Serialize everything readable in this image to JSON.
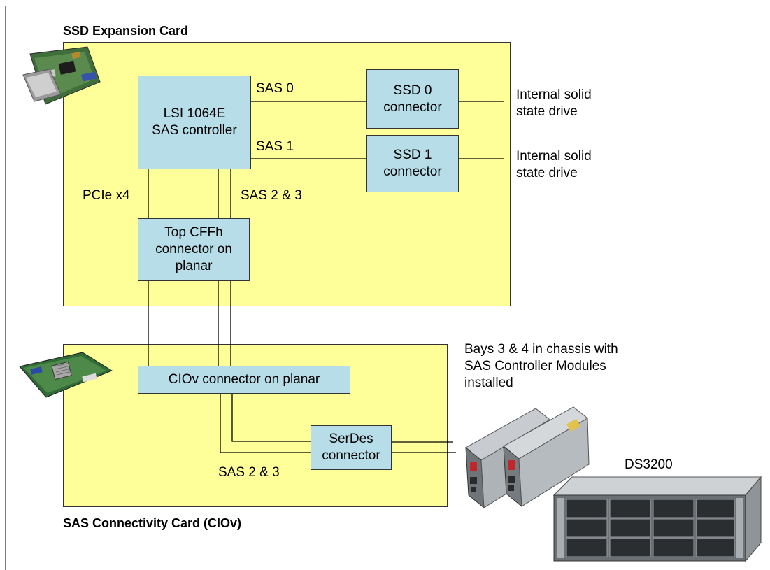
{
  "expansion_card": {
    "title": "SSD Expansion Card",
    "controller": "LSI 1064E\nSAS controller",
    "ssd0": "SSD 0\nconnector",
    "ssd1": "SSD 1\nconnector",
    "cffh": "Top CFFh\nconnector on\nplanar",
    "label_sas0": "SAS 0",
    "label_sas1": "SAS 1",
    "label_pcie": "PCIe x4",
    "label_sas23": "SAS 2 & 3"
  },
  "drives": {
    "drive0": "Internal solid\nstate drive",
    "drive1": "Internal solid\nstate drive"
  },
  "connectivity_card": {
    "title": "SAS Connectivity Card (CIOv)",
    "ciov": "CIOv connector on planar",
    "serdes": "SerDes\nconnector",
    "label_sas23": "SAS 2 & 3"
  },
  "chassis": {
    "bays_label": "Bays 3 & 4 in chassis with\nSAS Controller Modules\ninstalled",
    "storage_label": "DS3200"
  }
}
